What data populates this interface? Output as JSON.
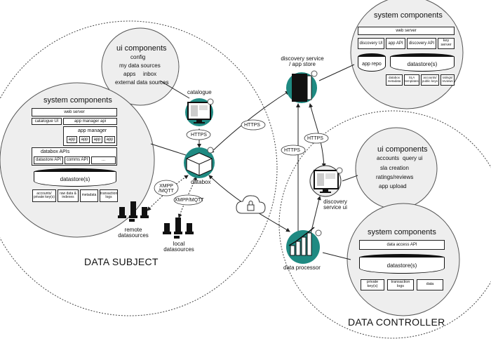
{
  "data_subject": {
    "title": "DATA SUBJECT",
    "ui": {
      "title": "ui components",
      "config": "config",
      "my_data_sources": "my data sources",
      "apps": "apps",
      "inbox": "inbox",
      "external": "external data sources"
    },
    "catalogue": "catalogue",
    "https_catalogue": "HTTPS",
    "sys": {
      "title": "system components",
      "web_server": "web server",
      "catalogue_ui": "catalogue UI",
      "app_manager_api": "app manager api",
      "app_manager": "app manager",
      "app": "app",
      "databox_apis": "databox APIs",
      "datastore_api": "datastore API",
      "comms_api": "comms API",
      "ellipsis": "...",
      "datastore": "datastore(s)",
      "accounts": "accounts/ private key(s)",
      "raw_data": "raw data & indexes",
      "metadata": "metadata",
      "transaction": "transaction logs"
    },
    "databox": "databox",
    "xmpp_remote": "XMPP /MQTT",
    "xmpp_local": "XMPP/MQTT",
    "remote": "remote datasources",
    "local": "local datasources"
  },
  "middle": {
    "https_store": "HTTPS",
    "discovery_store": "discovery service / app store",
    "https_proc": "HTTPS",
    "https_ui": "HTTPS"
  },
  "store_system": {
    "title": "system components",
    "web_server": "web server",
    "discovery_ui": "discovery UI",
    "app_api": "app API",
    "discovery_api": "discovery API",
    "key_server": "key server",
    "app_repo": "app repo",
    "datastore": "datastore(s)",
    "databox_metadata": "databox metadata",
    "sla": "SLA templates",
    "accounts": "accounts/ public keys",
    "ratings": "ratings/ reviews"
  },
  "data_controller": {
    "title": "DATA CONTROLLER",
    "ui": {
      "title": "ui components",
      "accounts": "accounts",
      "query_ui": "query ui",
      "sla_creation": "sla creation",
      "ratings": "ratings/reviews",
      "app_upload": "app upload"
    },
    "discovery_ui": "discovery service ui",
    "data_processor": "data processor",
    "sys": {
      "title": "system components",
      "data_access_api": "data access API",
      "datastore": "datastore(s)",
      "private_keys": "private key(s)",
      "transaction": "transaction logs",
      "data": "data"
    }
  },
  "colors": {
    "teal": "#1f8a82",
    "line": "#222222",
    "dash": "#444444"
  }
}
